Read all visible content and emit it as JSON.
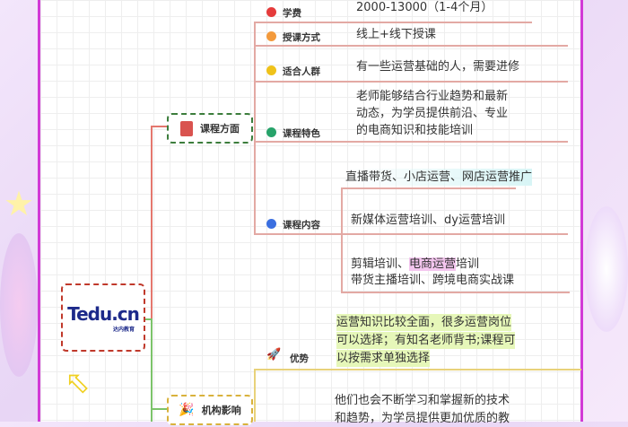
{
  "root": {
    "logo_text": "Tedu.cn",
    "logo_sub": "达内教育"
  },
  "branches": [
    {
      "label": "课程方面",
      "icon": "notebook-icon",
      "items": [
        {
          "label": "学费",
          "dot": "#e53b3b",
          "text": [
            "2000-13000（1-4个月）"
          ]
        },
        {
          "label": "授课方式",
          "dot": "#f39a3c",
          "text": [
            "线上+线下授课"
          ]
        },
        {
          "label": "适合人群",
          "dot": "#efc21a",
          "text": [
            "有一些运营基础的人，需要进修"
          ]
        },
        {
          "label": "课程特色",
          "dot": "#27a36a",
          "text": [
            "老师能够结合行业趋势和最新",
            "动态，为学员提供前沿、专业",
            "的电商知识和技能培训"
          ]
        },
        {
          "label": "课程内容",
          "dot": "#3b6fe0",
          "sub": [
            [
              "直播带货、小店运营、网店运营推广"
            ],
            [
              "新媒体运营培训、dy运营培训"
            ],
            [
              "剪辑培训、",
              "电商运营",
              "培训",
              "带货主播培训、跨境电商实战课"
            ]
          ]
        }
      ]
    },
    {
      "label": "机构影响",
      "icon": "party-popper-icon",
      "items": [
        {
          "label": "优势",
          "icon": "rocket-icon",
          "text": [
            "运营知识比较全面，很多运营岗位",
            "可以选择；有知名老师背书;课程可",
            "以按需求单独选择"
          ]
        },
        {
          "text": [
            "他们也会不断学习和掌握新的技术",
            "和趋势，为学员提供更加优质的教"
          ]
        }
      ]
    }
  ]
}
